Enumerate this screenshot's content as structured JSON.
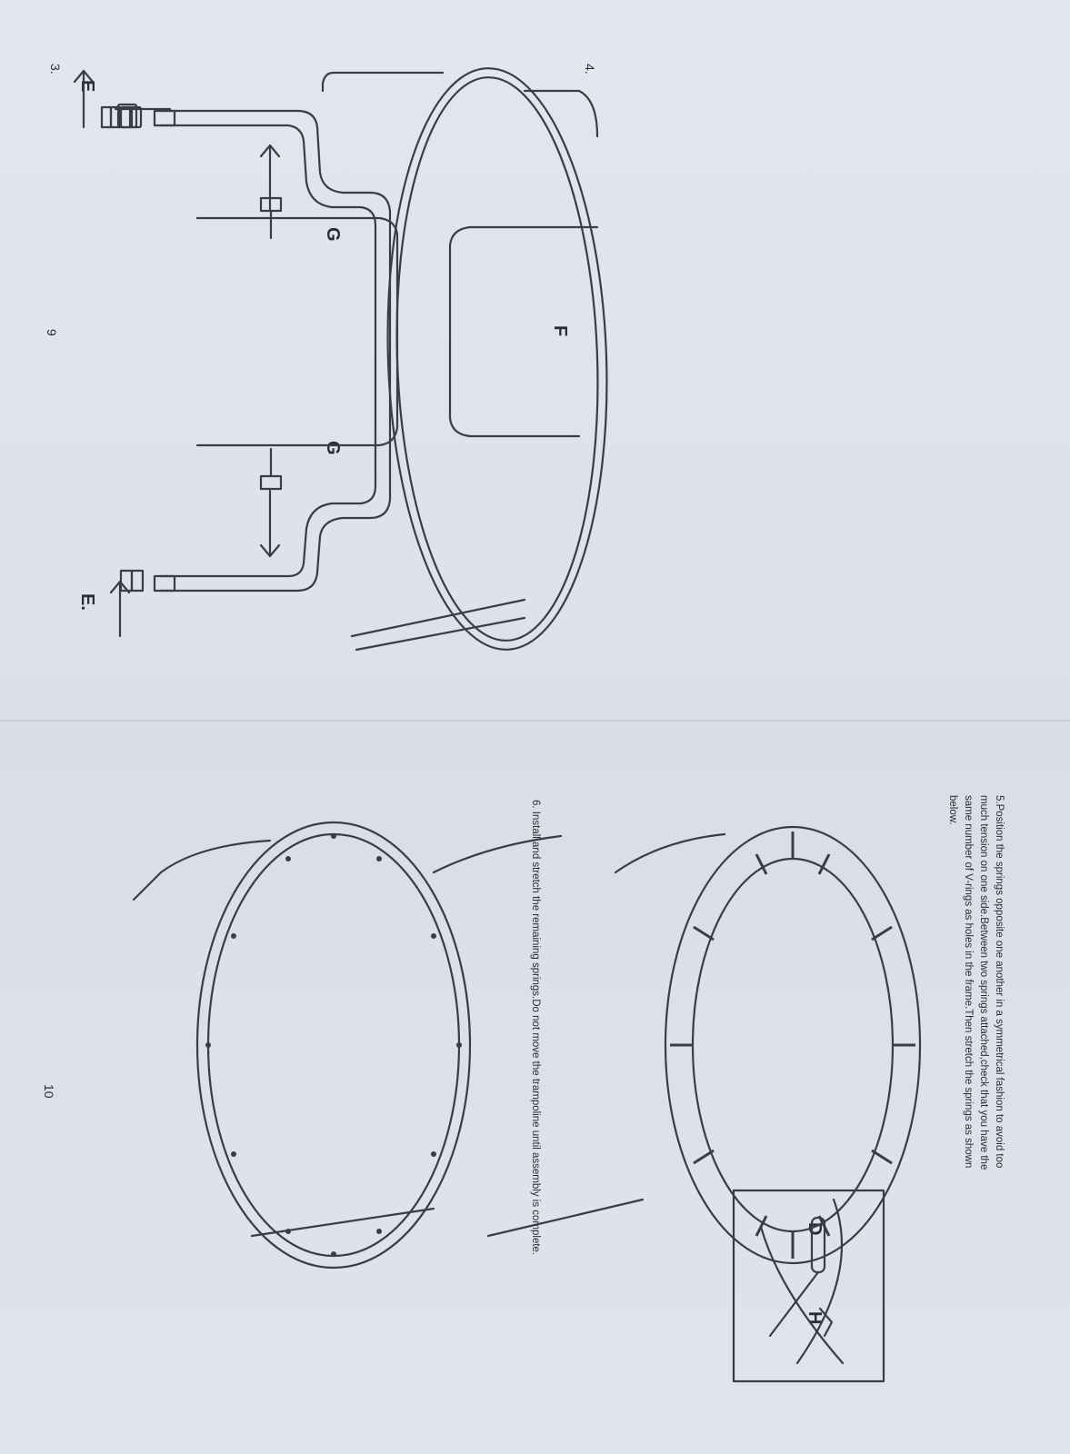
{
  "left_page": {
    "step3_number": "3.",
    "step4_number": "4.",
    "part_labels": {
      "e_top": "E",
      "e_bottom": "E.",
      "g_top": "G",
      "g_bottom": "G",
      "f": "F"
    },
    "page_number": "9"
  },
  "right_page": {
    "step5_text": "5.Position the springs opposite one another in a symmetrical fashion to avoid too much tension on one side.Between two springs attached,check that you have the same number of V-rings as holes in the frame.Then stretch the springs as shown below.",
    "inset_labels": {
      "d": "D",
      "h": "H"
    },
    "step6_text": "6. Install and stretch the remaining springs.Do not move the trampoline until assembly is complete.",
    "page_number": "10"
  },
  "colors": {
    "paper": "#e1e4ec",
    "ink": "#2a2d33",
    "fold": "#c9ced8"
  }
}
